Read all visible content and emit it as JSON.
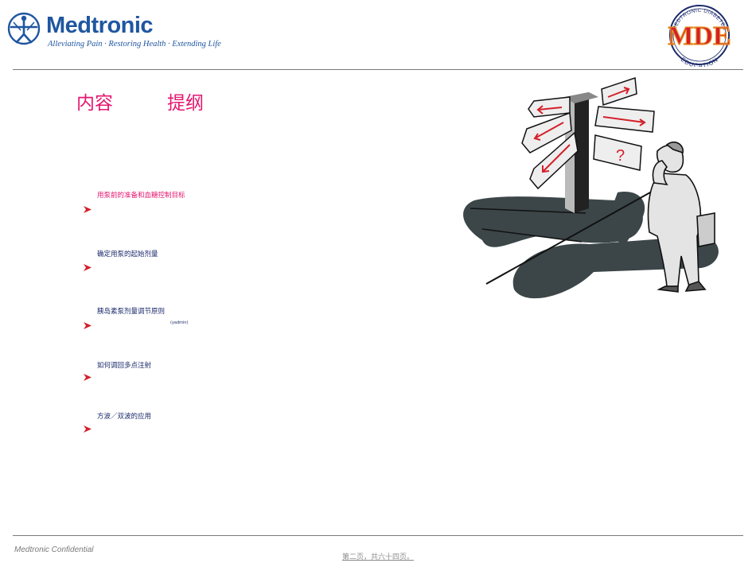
{
  "header": {
    "brand": "Medtronic",
    "tagline": "Alleviating Pain · Restoring Health · Extending Life",
    "badge": {
      "main": "MDE",
      "top_arc": "MEDTRONIC DIABETES",
      "bottom_arc": "EDUCATION"
    }
  },
  "slide": {
    "title_left": "内容",
    "title_right": "提纲",
    "items": [
      {
        "label": "用泵前的准备和血糖控制目标",
        "active": true
      },
      {
        "label": "确定用泵的起始剂量",
        "active": false
      },
      {
        "label": "胰岛素泵剂量调节原则",
        "active": false
      },
      {
        "label": "如何调回多点注射",
        "active": false
      },
      {
        "label": "方波／双波的应用",
        "active": false
      }
    ],
    "note": "(yadmin)"
  },
  "footer": {
    "confidential": "Medtronic Confidential",
    "page": "第二页，共六十四页。"
  },
  "colors": {
    "brand_blue": "#1f56a0",
    "title_pink": "#e5166f",
    "text_navy": "#1b2a6b",
    "arrow_red": "#d4202a",
    "mde_red": "#d4202a",
    "mde_orange": "#e9952a",
    "shadow_gray": "#3c4648"
  },
  "icons": {
    "logo": "medtronic-figure-icon",
    "bullet": "arrowhead-bullet-icon",
    "illustration": "signpost-decision-illustration"
  }
}
